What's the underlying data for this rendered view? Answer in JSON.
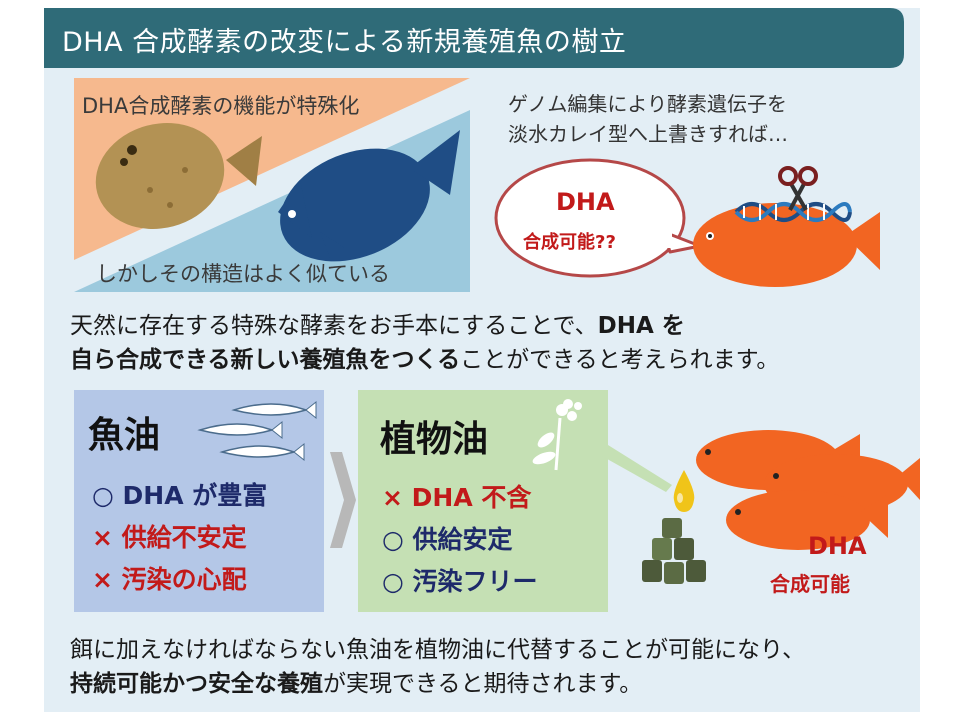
{
  "title": "DHA 合成酵素の改変による新規養殖魚の樹立",
  "top_left": {
    "specialized_label": "DHA合成酵素の機能が特殊化",
    "structure_label": "しかしその構造はよく似ている"
  },
  "top_right": {
    "edit_line1": "ゲノム編集により酵素遺伝子を",
    "edit_line2": "淡水カレイ型へ上書きすれば…",
    "bubble_dha": "DHA",
    "bubble_question": "合成可能??"
  },
  "middle_text": {
    "line1_normal": "天然に存在する特殊な酵素をお手本にすることで、",
    "line1_bold": "DHA を",
    "line2_bold": "自ら合成できる新しい養殖魚をつくる",
    "line2_normal": "ことができると考えられます。"
  },
  "fish_oil_box": {
    "title": "魚油",
    "items": [
      {
        "mark": "○",
        "text": "DHA が豊富"
      },
      {
        "mark": "×",
        "text": "供給不安定"
      },
      {
        "mark": "×",
        "text": "汚染の心配"
      }
    ]
  },
  "plant_oil_box": {
    "title": "植物油",
    "items": [
      {
        "mark": "×",
        "text": "DHA 不含"
      },
      {
        "mark": "○",
        "text": "供給安定"
      },
      {
        "mark": "○",
        "text": "汚染フリー"
      }
    ]
  },
  "result": {
    "dha": "DHA",
    "subtitle": "合成可能"
  },
  "bottom_text": {
    "line1": "餌に加えなければならない魚油を植物油に代替することが可能になり、",
    "line2_bold": "持続可能かつ安全な養殖",
    "line2_normal": "が実現できると期待されます。"
  },
  "colors": {
    "title_bar": "#2f6b78",
    "panel_bg": "#e3eef5",
    "orange_triangle": "#f6b98e",
    "blue_triangle": "#9cc9dd",
    "marine_fish": "#1f4d85",
    "flatfish": "#b39254",
    "result_fish": "#f26522",
    "fish_oil_box": "#b4c7e7",
    "plant_oil_box": "#c5e0b4",
    "accent_red": "#c21a1a",
    "accent_navy": "#1e2a6a"
  },
  "icons": [
    "flatfish-icon",
    "marine-fish-icon",
    "speech-bubble-icon",
    "dna-icon",
    "scissors-icon",
    "sardine-icon",
    "plant-icon",
    "oil-drop-icon",
    "feed-pellets-icon",
    "arrow-right-icon"
  ]
}
